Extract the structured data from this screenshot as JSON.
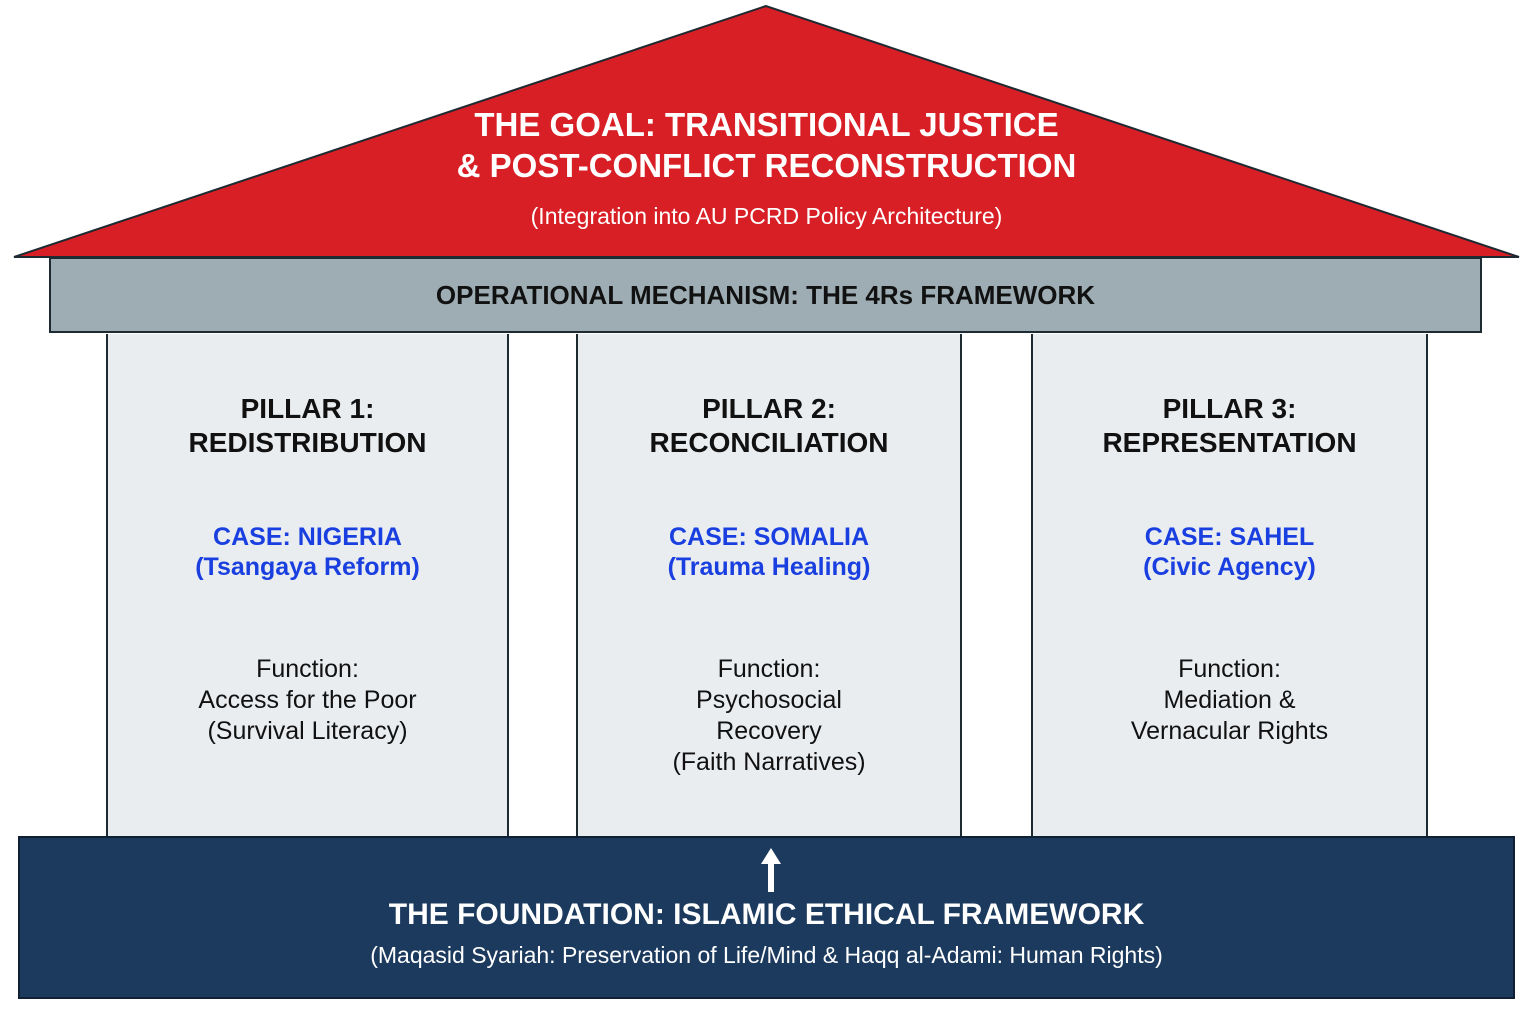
{
  "roof": {
    "title_line1": "THE GOAL: TRANSITIONAL JUSTICE",
    "title_line2": "& POST-CONFLICT RECONSTRUCTION",
    "subtitle": "(Integration into AU PCRD Policy Architecture)"
  },
  "beam": {
    "label": "OPERATIONAL MECHANISM: THE 4Rs FRAMEWORK"
  },
  "pillars": [
    {
      "title_line1": "PILLAR 1:",
      "title_line2": "REDISTRIBUTION",
      "case_line1": "CASE: NIGERIA",
      "case_line2": "(Tsangaya Reform)",
      "function_label": "Function:",
      "function_text": "Access for the Poor\n(Survival Literacy)"
    },
    {
      "title_line1": "PILLAR 2:",
      "title_line2": "RECONCILIATION",
      "case_line1": "CASE: SOMALIA",
      "case_line2": "(Trauma Healing)",
      "function_label": "Function:",
      "function_text": "Psychosocial\nRecovery\n(Faith Narratives)"
    },
    {
      "title_line1": "PILLAR 3:",
      "title_line2": "REPRESENTATION",
      "case_line1": "CASE: SAHEL",
      "case_line2": "(Civic Agency)",
      "function_label": "Function:",
      "function_text": "Mediation &\nVernacular Rights"
    }
  ],
  "foundation": {
    "title": "THE FOUNDATION: ISLAMIC ETHICAL FRAMEWORK",
    "subtitle": "(Maqasid Syariah: Preservation of Life/Mind & Haqq al-Adami: Human Rights)"
  },
  "colors": {
    "roof": "#d81f26",
    "beam": "#9dadb3",
    "pillar": "#eaedf0",
    "case_text": "#1a3fe0",
    "foundation": "#1c3a5e"
  },
  "icons": {
    "foundation_arrow": "arrow-up-icon"
  }
}
